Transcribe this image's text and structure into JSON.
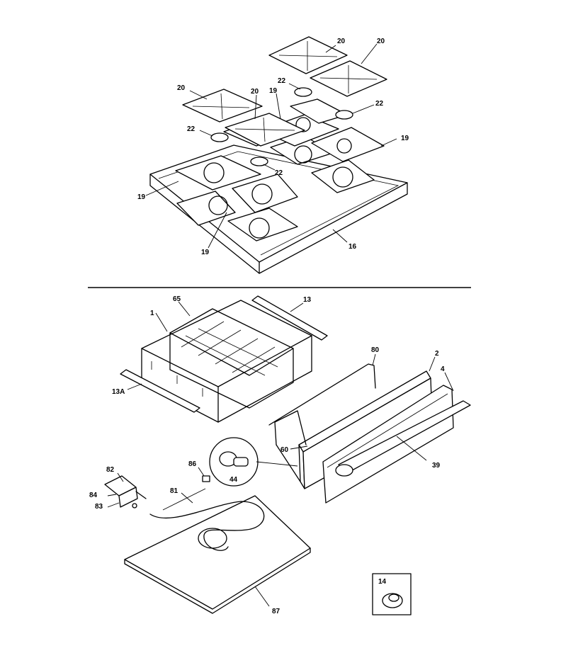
{
  "figure": {
    "type": "exploded parts diagram",
    "callouts": {
      "c20a": "20",
      "c20b": "20",
      "c20c": "20",
      "c20d": "20",
      "c22a": "22",
      "c22b": "22",
      "c22c": "22",
      "c22d": "22",
      "c19a": "19",
      "c19b": "19",
      "c19c": "19",
      "c19d": "19",
      "c16": "16",
      "c1": "1",
      "c65": "65",
      "c13": "13",
      "c13A": "13A",
      "c80": "80",
      "c2": "2",
      "c4": "4",
      "c60": "60",
      "c39": "39",
      "c44": "44",
      "c86": "86",
      "c82": "82",
      "c84": "84",
      "c83": "83",
      "c81": "81",
      "c87": "87",
      "c14": "14"
    }
  }
}
